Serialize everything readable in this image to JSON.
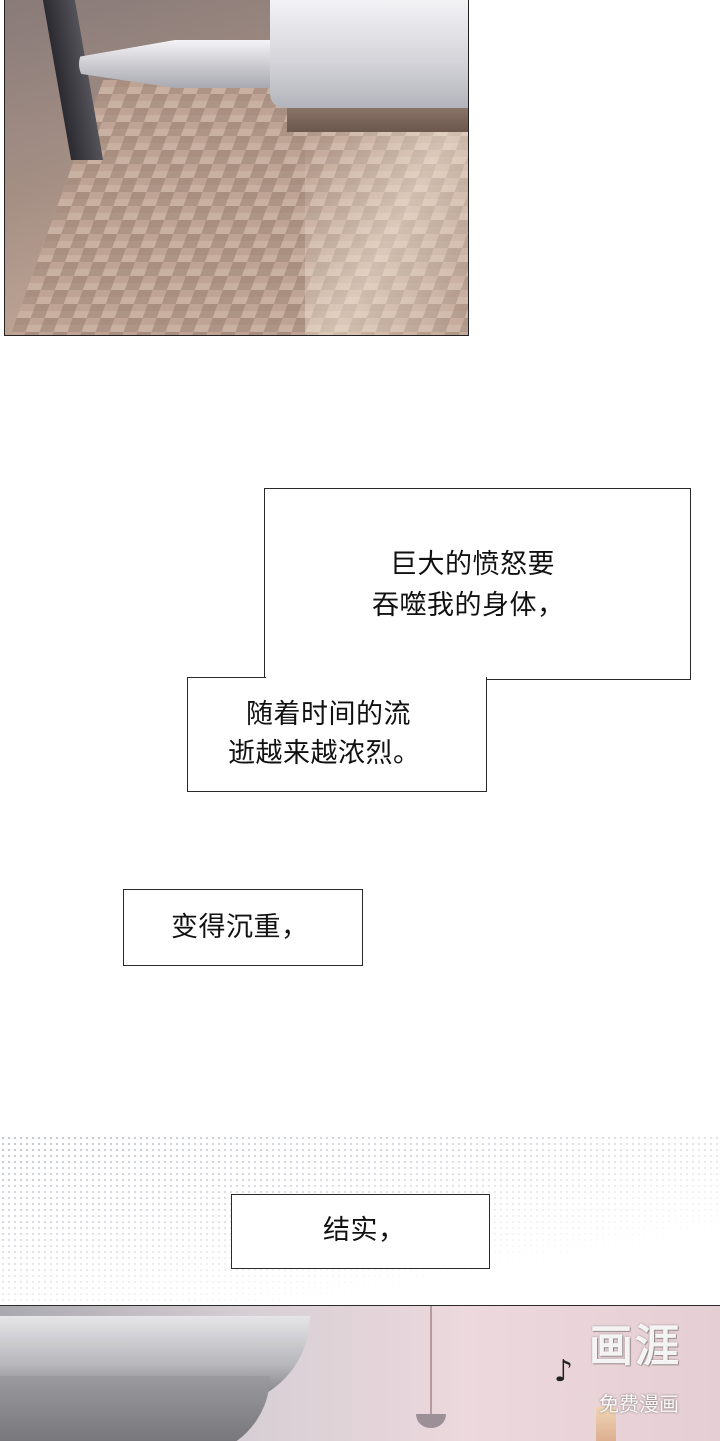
{
  "captions": [
    {
      "lines": [
        "巨大的愤怒要",
        "吞噬我的身体，"
      ]
    },
    {
      "lines": [
        "随着时间的流",
        "逝越来越浓烈。"
      ]
    },
    {
      "lines": [
        "变得沉重，"
      ]
    },
    {
      "lines": [
        "结实，"
      ]
    }
  ],
  "watermark": {
    "logo_text": "画涯",
    "subtitle": "免费漫画",
    "note_icon": "music-note-icon"
  }
}
